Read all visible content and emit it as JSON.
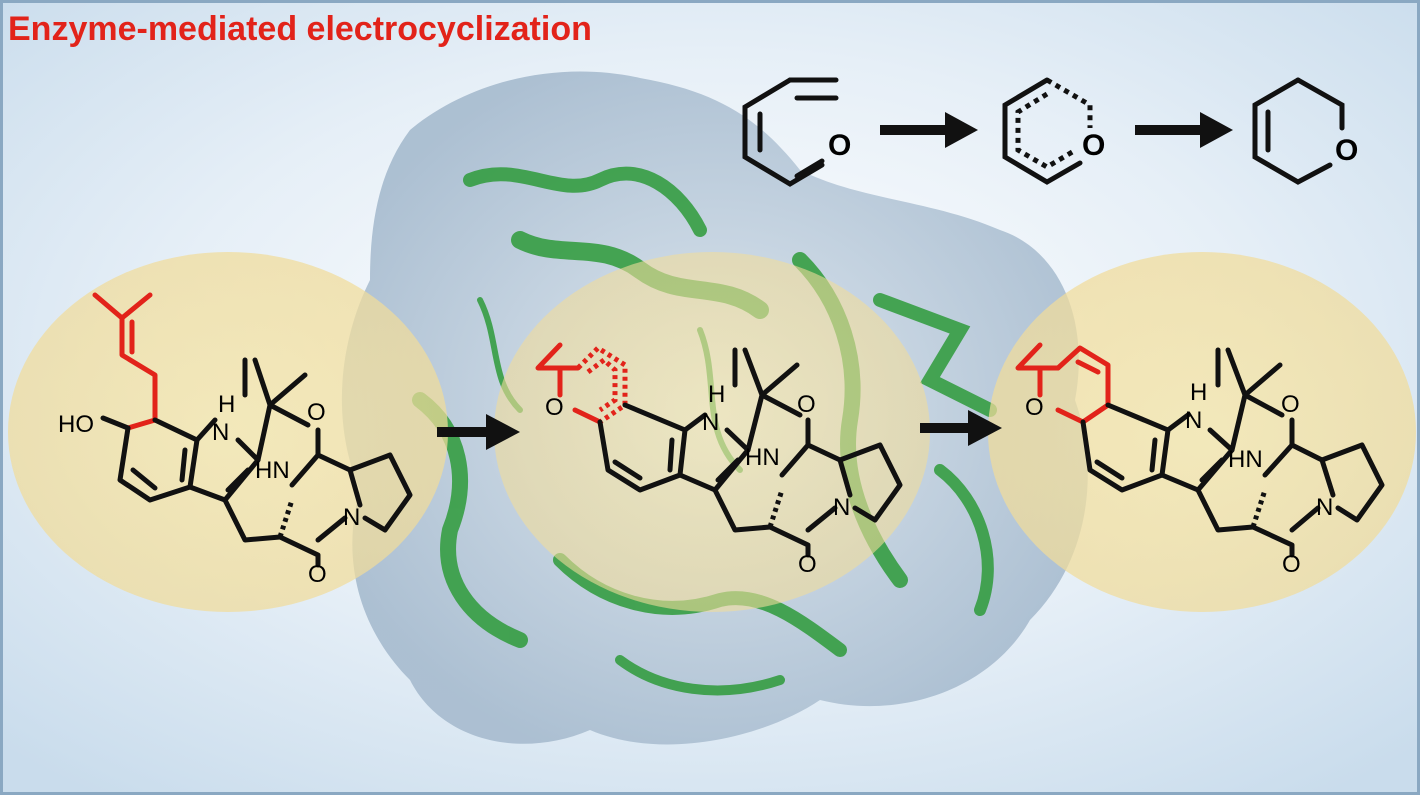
{
  "title": "Enzyme-mediated electrocyclization",
  "labels": {
    "ho": "HO",
    "nh_indole": "N",
    "h_indole": "H",
    "hn": "HN",
    "n_pro": "N",
    "o": "O",
    "o_ring": "O"
  },
  "colors": {
    "title": "#e2231a",
    "highlight_bond": "#e2231a",
    "bond": "#111111",
    "protein_surface": "#b9cbdc",
    "ribbon": "#2e9b3a",
    "yellow_halo": "#f3df9c",
    "border": "#8aa8c2"
  },
  "icons": [
    "reaction-arrow-icon"
  ]
}
